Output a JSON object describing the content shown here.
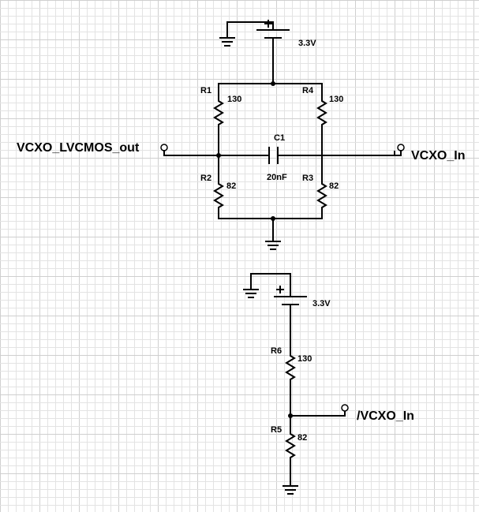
{
  "colors": {
    "background": "#ffffff",
    "grid_minor": "#e3e3e3",
    "grid_major": "#cfcfcf",
    "wire": "#000000"
  },
  "circuit_top": {
    "supply_voltage": "3.3V",
    "r1": {
      "ref": "R1",
      "value": "130"
    },
    "r2": {
      "ref": "R2",
      "value": "82"
    },
    "r3": {
      "ref": "R3",
      "value": "82"
    },
    "r4": {
      "ref": "R4",
      "value": "130"
    },
    "c1": {
      "ref": "C1",
      "value": "20nF"
    },
    "port_left": "VCXO_LVCMOS_out",
    "port_right": "VCXO_In"
  },
  "circuit_bottom": {
    "supply_voltage": "3.3V",
    "r6": {
      "ref": "R6",
      "value": "130"
    },
    "r5": {
      "ref": "R5",
      "value": "82"
    },
    "port": "/VCXO_In"
  },
  "icons": [
    "ground-icon",
    "battery-icon",
    "resistor-icon",
    "capacitor-icon",
    "port-terminal-icon",
    "junction-dot-icon"
  ]
}
